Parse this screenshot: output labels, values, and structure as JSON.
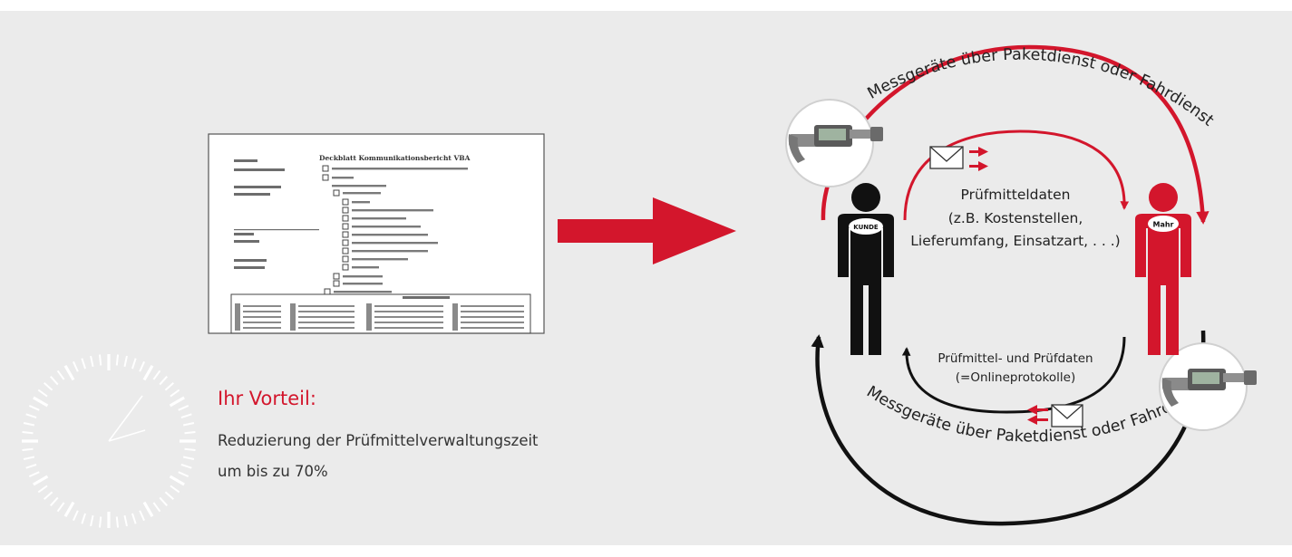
{
  "colors": {
    "accent": "#d3162c",
    "dark": "#111111",
    "panel": "#ebebeb"
  },
  "document_thumbnail": {
    "title_text": "Deckblatt Kommunikationsbericht VBA",
    "alt": "scanned-cover-sheet"
  },
  "advantage": {
    "title": "Ihr Vorteil:",
    "line1": "Reduzierung der Prüfmittelverwaltungszeit",
    "line2": "um bis zu 70%"
  },
  "diagram": {
    "top_arc_label": "Messgeräte über Paketdienst oder Fahrdienst",
    "bottom_arc_label": "Messgeräte über Paketdienst oder Fahrdienst",
    "customer_badge": "KUNDE",
    "mahr_badge": "Mahr",
    "data_to_mahr": {
      "line1": "Prüfmitteldaten",
      "line2": "(z.B. Kostenstellen,",
      "line3": "Lieferumfang, Einsatzart, . . .)"
    },
    "data_to_customer": {
      "line1": "Prüfmittel- und Prüfdaten",
      "line2": "(=Onlineprotokolle)"
    }
  }
}
